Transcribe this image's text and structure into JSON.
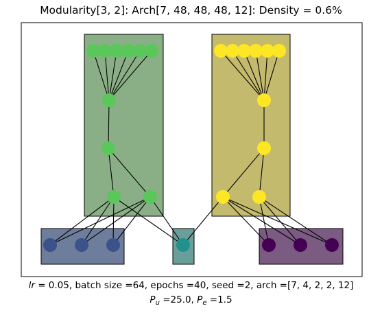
{
  "title": "Modularity[3, 2]: Arch[7, 48, 48, 48, 12]: Density = 0.6%",
  "caption": {
    "line1_lr_symbol": "lr",
    "line1_rest": " =  0.05, batch size =64, epochs =40, seed =2, arch =[7, 4, 2, 2, 12]",
    "pu_symbol": "P",
    "pu_subscript": "u",
    "pu_value": " =25.0, ",
    "pe_symbol": "P",
    "pe_subscript": "e",
    "pe_value": " =1.5"
  },
  "colors": {
    "module_green": "#8aaf86",
    "module_yellow": "#c4ba6e",
    "output_blue": "#6e7d9b",
    "output_teal": "#6a9e9a",
    "output_purple": "#7b5b82",
    "node_green": "#5ac75a",
    "node_yellow": "#fde724",
    "node_blue": "#3b528b",
    "node_teal": "#21918c",
    "node_purple": "#440154",
    "edge": "#000000"
  }
}
